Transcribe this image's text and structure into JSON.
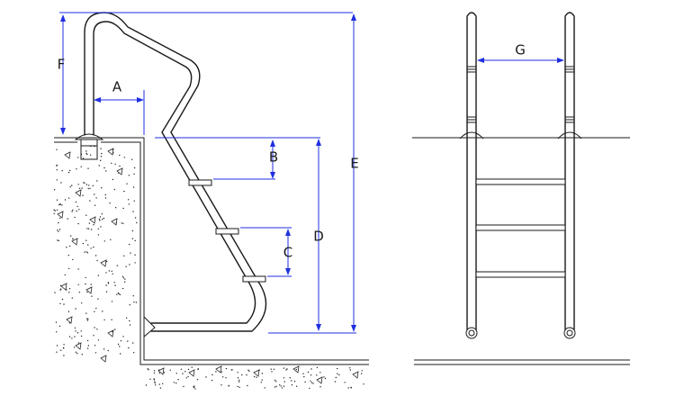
{
  "labels": {
    "a": "A",
    "b": "B",
    "c": "C",
    "d": "D",
    "e": "E",
    "f": "F",
    "g": "G"
  },
  "colors": {
    "dimension": "#1f2fe0",
    "drawing": "#1a1a1a",
    "background": "#ffffff"
  }
}
